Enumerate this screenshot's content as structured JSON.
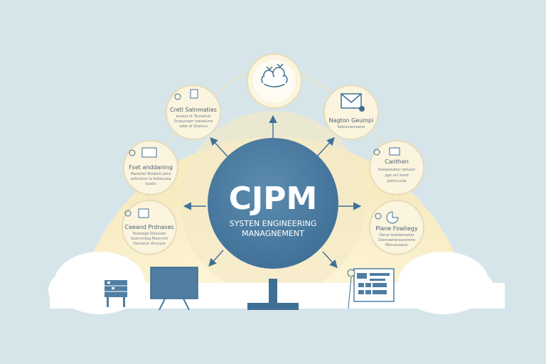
{
  "center": {
    "title": "CJPM",
    "subtitle_line1": "SYSTEN ENGINEERING",
    "subtitle_line2": "MANAGNEMENT"
  },
  "nodes": [
    {
      "id": "top-left",
      "title": "Cretl Salnmaties",
      "lines": [
        "suneyt ot Teulsanat",
        "Sroaumaor coesalune",
        "sobe ot Sluenus"
      ]
    },
    {
      "id": "mid-left",
      "title": "Fset anddaning",
      "lines": [
        "Manelrer Bosbed uelra",
        "pafenluss ta brbauslea",
        "bualis"
      ]
    },
    {
      "id": "lower-left",
      "title": "Caeand Prdnases",
      "lines": [
        "Sroasago Danaues",
        "Soalnnnteg Mascnnit",
        "Damaluir dhunyos"
      ]
    },
    {
      "id": "top-right",
      "title": "Nagton Geumpi",
      "lines": [
        "Rebsonemaene"
      ]
    },
    {
      "id": "mid-right",
      "title": "Canthen",
      "lines": [
        "Ssaeaaraboc astulun",
        "ppe anl sosst",
        "psblncuste"
      ]
    },
    {
      "id": "lower-right",
      "title": "Plane Fowliegy",
      "lines": [
        "Oonar bubdolvaolar",
        "Dasnowneruavorene",
        "Manueseaun"
      ]
    }
  ],
  "colors": {
    "background": "#d6e5ea",
    "halo": "#f8efc9",
    "center_circle": "#4f7ea2",
    "accent": "#3e6e92"
  },
  "icons": [
    "cloud-icon",
    "email-icon",
    "server-rack-icon",
    "monitor-icon",
    "stand-icon",
    "spreadsheet-icon",
    "lightbulb-icon"
  ]
}
